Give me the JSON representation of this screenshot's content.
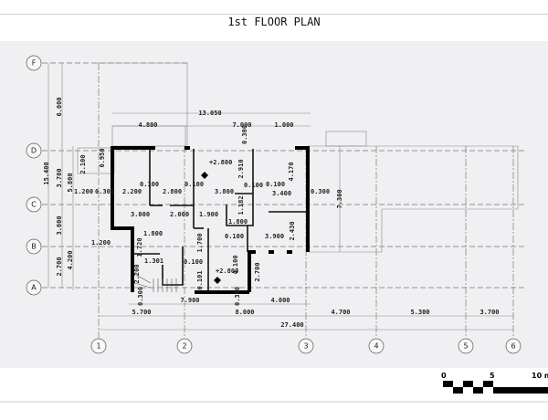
{
  "title": "1st FLOOR PLAN",
  "grid_rows": [
    "F",
    "D",
    "C",
    "B",
    "A"
  ],
  "grid_cols": [
    "1",
    "2",
    "3",
    "4",
    "5",
    "6"
  ],
  "dims": {
    "overall_width": "27.400",
    "bottom_chain": [
      "5.700",
      "8.000",
      "4.700",
      "5.300",
      "3.700"
    ],
    "bottom_inner": [
      "0.300",
      "7.900",
      "0.300",
      "4.000"
    ],
    "top_total": "13.050",
    "top_chain": [
      "4.800",
      "7.000",
      "1.000"
    ],
    "top_small": "0.300",
    "left_total": "15.400",
    "left_chain": [
      "6.000",
      "3.700",
      "3.000",
      "2.700"
    ],
    "left_inner": [
      "5.800",
      "4.200"
    ],
    "left_misc": [
      "2.100",
      "0.950",
      "1.200",
      "0.300",
      "1.200"
    ],
    "right_height": "7.300",
    "right_offset": "0.300",
    "rooms": [
      "2.200",
      "0.100",
      "2.800",
      "0.100",
      "3.800",
      "0.100",
      "3.400",
      "0.100",
      "3.000",
      "2.000",
      "1.900",
      "1.800",
      "0.100",
      "3.900",
      "1.800",
      "1.720",
      "1.301",
      "2.200",
      "0.100",
      "1.700",
      "4.100",
      "2.700",
      "0.101",
      "2.910",
      "4.170",
      "1.182",
      "2.430"
    ],
    "levels": [
      "+2.800",
      "+2.800"
    ]
  },
  "scale": {
    "labels": [
      "0",
      "5",
      "10 m"
    ]
  }
}
